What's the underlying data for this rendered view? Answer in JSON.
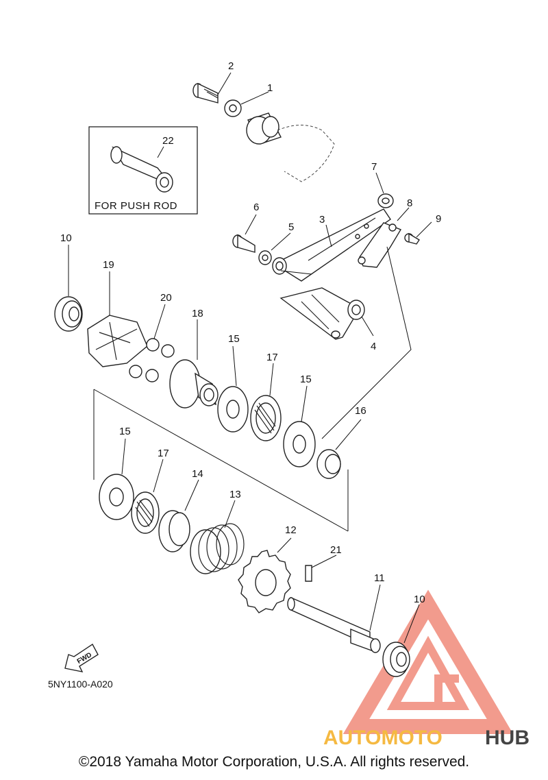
{
  "diagram": {
    "part_labels": [
      {
        "id": "1",
        "text": "1"
      },
      {
        "id": "2",
        "text": "2"
      },
      {
        "id": "3",
        "text": "3"
      },
      {
        "id": "4",
        "text": "4"
      },
      {
        "id": "5",
        "text": "5"
      },
      {
        "id": "6",
        "text": "6"
      },
      {
        "id": "7",
        "text": "7"
      },
      {
        "id": "8",
        "text": "8"
      },
      {
        "id": "9",
        "text": "9"
      },
      {
        "id": "10a",
        "text": "10"
      },
      {
        "id": "10b",
        "text": "10"
      },
      {
        "id": "11",
        "text": "11"
      },
      {
        "id": "12",
        "text": "12"
      },
      {
        "id": "13",
        "text": "13"
      },
      {
        "id": "14",
        "text": "14"
      },
      {
        "id": "15a",
        "text": "15"
      },
      {
        "id": "15b",
        "text": "15"
      },
      {
        "id": "15c",
        "text": "15"
      },
      {
        "id": "16",
        "text": "16"
      },
      {
        "id": "17a",
        "text": "17"
      },
      {
        "id": "17b",
        "text": "17"
      },
      {
        "id": "18",
        "text": "18"
      },
      {
        "id": "19",
        "text": "19"
      },
      {
        "id": "20",
        "text": "20"
      },
      {
        "id": "21",
        "text": "21"
      },
      {
        "id": "22",
        "text": "22"
      }
    ],
    "inset_caption": "FOR PUSH ROD",
    "fwd_label": "FWD",
    "drawing_code": "5NY1100-A020"
  },
  "watermark": {
    "brand_part1": "AUTOMOTO",
    "brand_part2": "HUB",
    "color_primary": "#f08a7a",
    "color_secondary": "#f5b942",
    "color_dark": "#444444"
  },
  "copyright": "©2018 Yamaha Motor Corporation, U.S.A. All rights reserved."
}
